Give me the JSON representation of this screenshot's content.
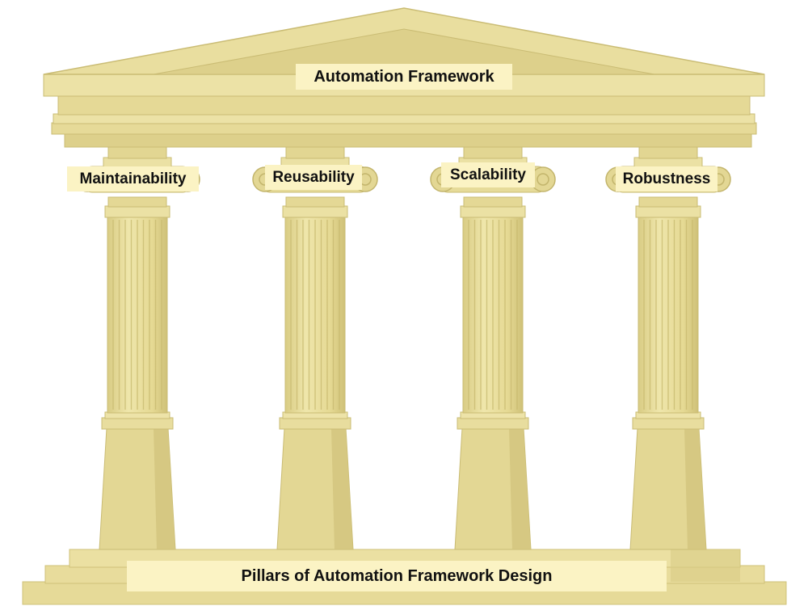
{
  "roof": {
    "title": "Automation Framework"
  },
  "pillars": [
    {
      "label": "Maintainability"
    },
    {
      "label": "Reusability"
    },
    {
      "label": "Scalability"
    },
    {
      "label": "Robustness"
    }
  ],
  "base": {
    "label": "Pillars of Automation Framework Design"
  },
  "colors": {
    "stone_light": "#ede4a6",
    "stone_mid": "#e2d690",
    "stone_dark": "#cfc178",
    "stone_shadow": "#b9ab62",
    "label_bg": "#fbf3c4",
    "text": "#111111"
  }
}
